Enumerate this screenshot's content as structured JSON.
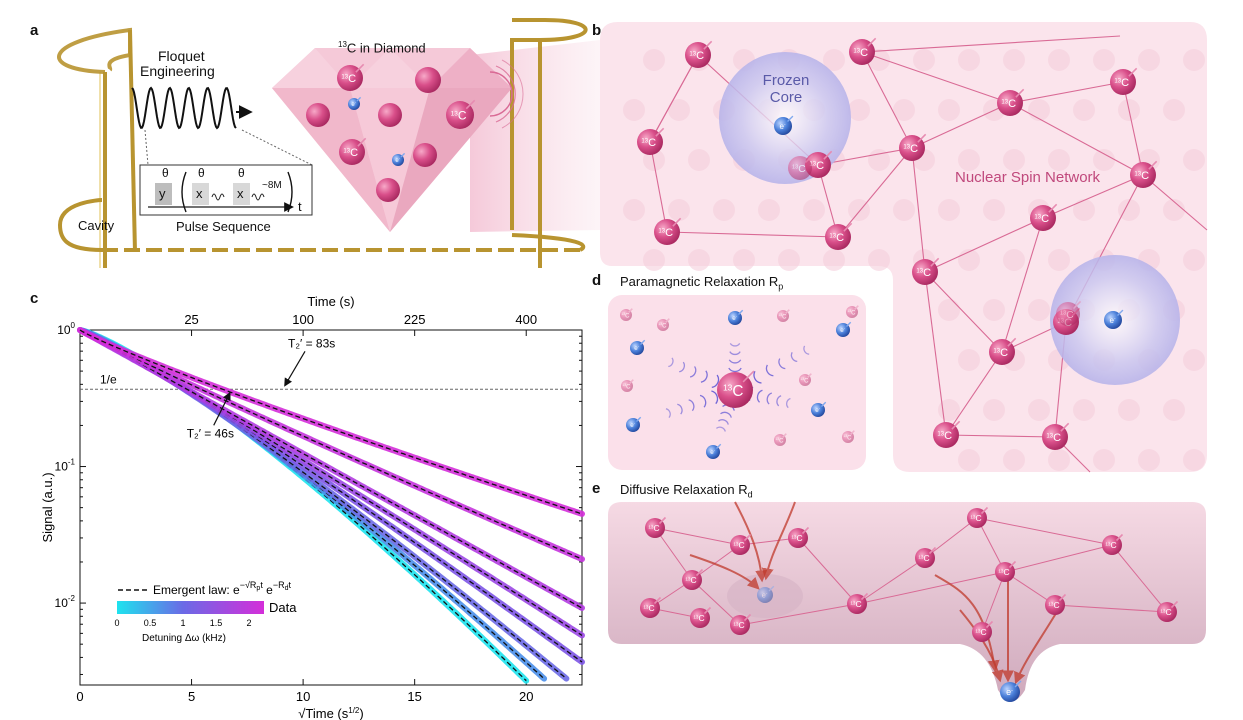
{
  "panels": {
    "a": "a",
    "b": "b",
    "c": "c",
    "d": "d",
    "e": "e"
  },
  "panel_a": {
    "floquet_line1": "Floquet",
    "floquet_line2": "Engineering",
    "diamond_title_sup": "13",
    "diamond_title": "C in Diamond",
    "cavity": "Cavity",
    "pulse_sequence": "Pulse Sequence",
    "theta": "θ",
    "pulse_y": "y",
    "pulse_x": "x",
    "repeat": "~8M",
    "t_axis": "t",
    "nucleus": "13C",
    "electron": "e-"
  },
  "panel_b": {
    "frozen_core_line1": "Frozen",
    "frozen_core_line2": "Core",
    "network_label": "Nuclear Spin Network",
    "nucleus": "13C",
    "electron": "e-"
  },
  "panel_d": {
    "title": "Paramagnetic Relaxation R",
    "title_sub": "p",
    "nucleus": "13C",
    "electron": "e-"
  },
  "panel_e": {
    "title": "Diffusive Relaxation R",
    "title_sub": "d",
    "nucleus": "13C",
    "electron": "e-"
  },
  "chart_data": {
    "type": "line",
    "xlabel": "√Time (s1/2)",
    "xlabel_main": "√Time (s",
    "xlabel_sup": "1/2",
    "xlabel_end": ")",
    "ylabel": "Signal (a.u.)",
    "top_axis_label": "Time (s)",
    "x_ticks": [
      0,
      5,
      10,
      15,
      20
    ],
    "top_ticks": [
      25,
      100,
      225,
      400
    ],
    "y_tick_labels": [
      {
        "base": "10",
        "exp": "0",
        "value": 1
      },
      {
        "base": "10",
        "exp": "-1",
        "value": 0.1
      },
      {
        "base": "10",
        "exp": "-2",
        "value": 0.01
      }
    ],
    "xlim": [
      0,
      22.5
    ],
    "ylim_log10": [
      -2.6,
      0
    ],
    "scale_y": "log",
    "threshold": {
      "label": "1/e",
      "value": 0.3679
    },
    "annotations": [
      {
        "text": "T₂′ = 83s",
        "x": 9.1,
        "y": 0.3679
      },
      {
        "text": "T₂′ = 46s",
        "x": 6.8,
        "y": 0.3679
      }
    ],
    "legend": {
      "fit_label": "Emergent law: e",
      "data_label": "Data",
      "colorbar_label": "Detuning Δω (kHz)",
      "colorbar_ticks": [
        "0",
        "0.5",
        "1",
        "1.5",
        "2"
      ],
      "placement": "bottom-left"
    },
    "series": [
      {
        "detuning": 0.0,
        "color": "#1ee3ee",
        "end_x": 20.0,
        "end_y": 0.0027
      },
      {
        "detuning": 0.4,
        "color": "#4a8fea",
        "end_x": 20.8,
        "end_y": 0.0028
      },
      {
        "detuning": 0.8,
        "color": "#6b6ae6",
        "end_x": 21.8,
        "end_y": 0.0028
      },
      {
        "detuning": 1.0,
        "color": "#7d55e6",
        "end_x": 22.5,
        "end_y": 0.0037
      },
      {
        "detuning": 1.3,
        "color": "#9b48e4",
        "end_x": 22.5,
        "end_y": 0.0058
      },
      {
        "detuning": 1.6,
        "color": "#b23ce1",
        "end_x": 22.5,
        "end_y": 0.0092
      },
      {
        "detuning": 1.9,
        "color": "#c534dd",
        "end_x": 22.5,
        "end_y": 0.021
      },
      {
        "detuning": 2.2,
        "color": "#d42ed9",
        "end_x": 22.5,
        "end_y": 0.045
      }
    ]
  },
  "colors": {
    "pink_bg": "#f8dce6",
    "nucleus": "#d94f8a",
    "electron": "#4a7fd9",
    "gold": "#b89430"
  }
}
